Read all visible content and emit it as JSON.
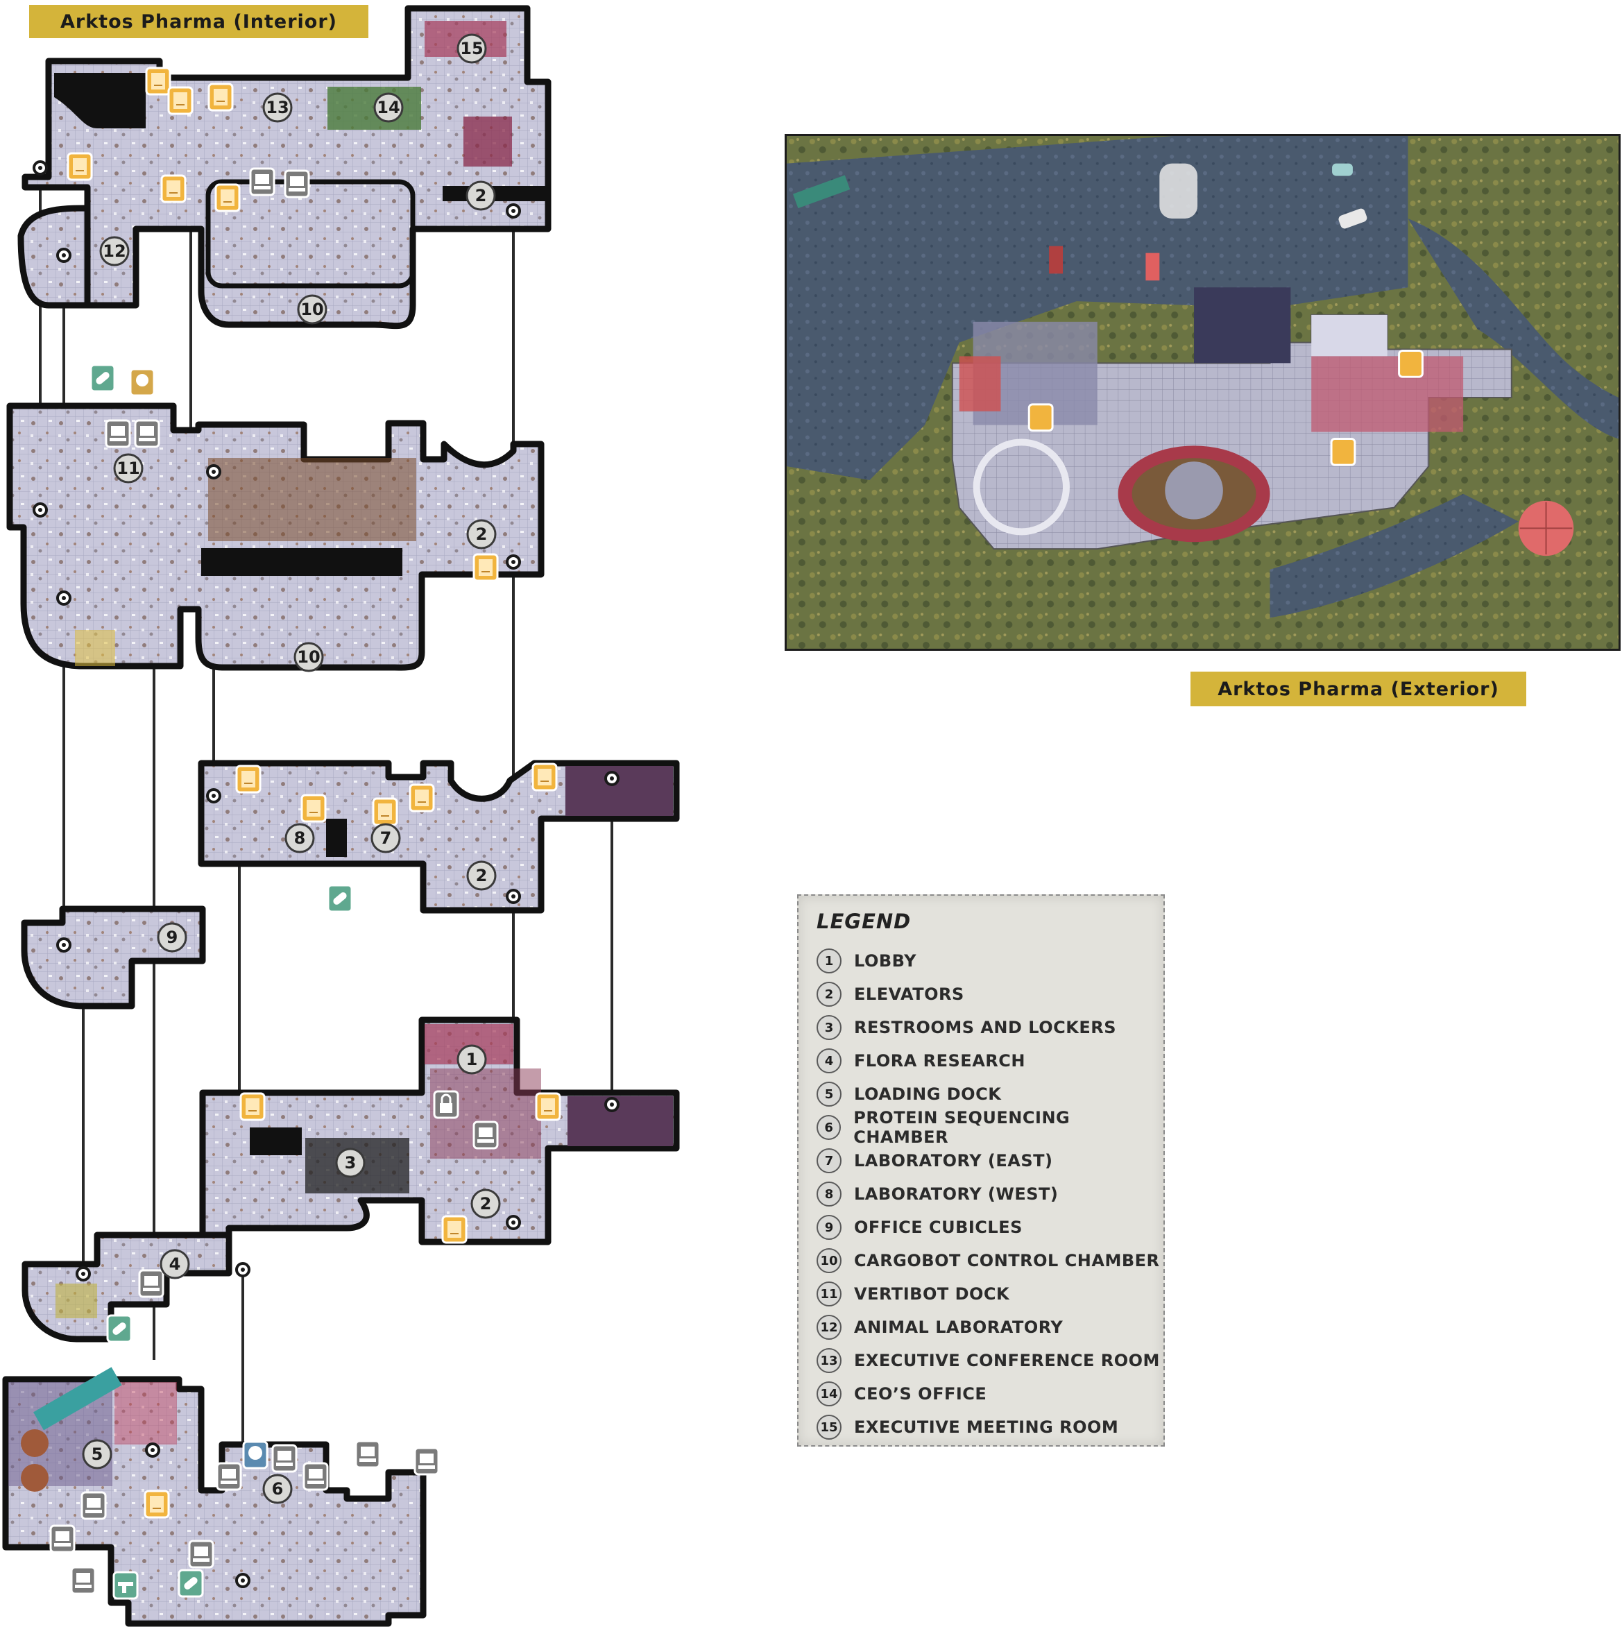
{
  "interior_title": "Arktos Pharma (Interior)",
  "exterior_title": "Arktos Pharma (Exterior)",
  "legend": {
    "title": "LEGEND",
    "items": [
      {
        "num": "1",
        "label": "LOBBY"
      },
      {
        "num": "2",
        "label": "ELEVATORS"
      },
      {
        "num": "3",
        "label": "RESTROOMS AND LOCKERS"
      },
      {
        "num": "4",
        "label": "FLORA RESEARCH"
      },
      {
        "num": "5",
        "label": "LOADING DOCK"
      },
      {
        "num": "6",
        "label": "PROTEIN SEQUENCING CHAMBER"
      },
      {
        "num": "7",
        "label": "LABORATORY (EAST)"
      },
      {
        "num": "8",
        "label": "LABORATORY (WEST)"
      },
      {
        "num": "9",
        "label": "OFFICE CUBICLES"
      },
      {
        "num": "10",
        "label": "CARGOBOT CONTROL CHAMBER"
      },
      {
        "num": "11",
        "label": "VERTIBOT DOCK"
      },
      {
        "num": "12",
        "label": "ANIMAL LABORATORY"
      },
      {
        "num": "13",
        "label": "EXECUTIVE CONFERENCE ROOM"
      },
      {
        "num": "14",
        "label": "CEO’S OFFICE"
      },
      {
        "num": "15",
        "label": "EXECUTIVE MEETING ROOM"
      }
    ]
  },
  "map_markers": [
    "15",
    "13",
    "14",
    "2",
    "12",
    "10",
    "11",
    "2",
    "10",
    "8",
    "7",
    "2",
    "9",
    "1",
    "3",
    "2",
    "4",
    "5",
    "6"
  ],
  "colors": {
    "banner": "#d4b43a",
    "floor": "#c9c8dc",
    "wall": "#1a1a1a",
    "magazine_icon": "#f1b43e",
    "terminal_icon": "#7a7a7a",
    "medicine_icon": "#5fa88f",
    "grass": "#6f7a45",
    "water": "#4a5a6e",
    "building_red": "#c95060"
  },
  "icons": [
    "magazine-icon",
    "terminal-icon",
    "holotape-icon",
    "medkit-icon",
    "lock-icon",
    "power-armor-icon",
    "vault-boy-icon",
    "weapon-icon"
  ]
}
